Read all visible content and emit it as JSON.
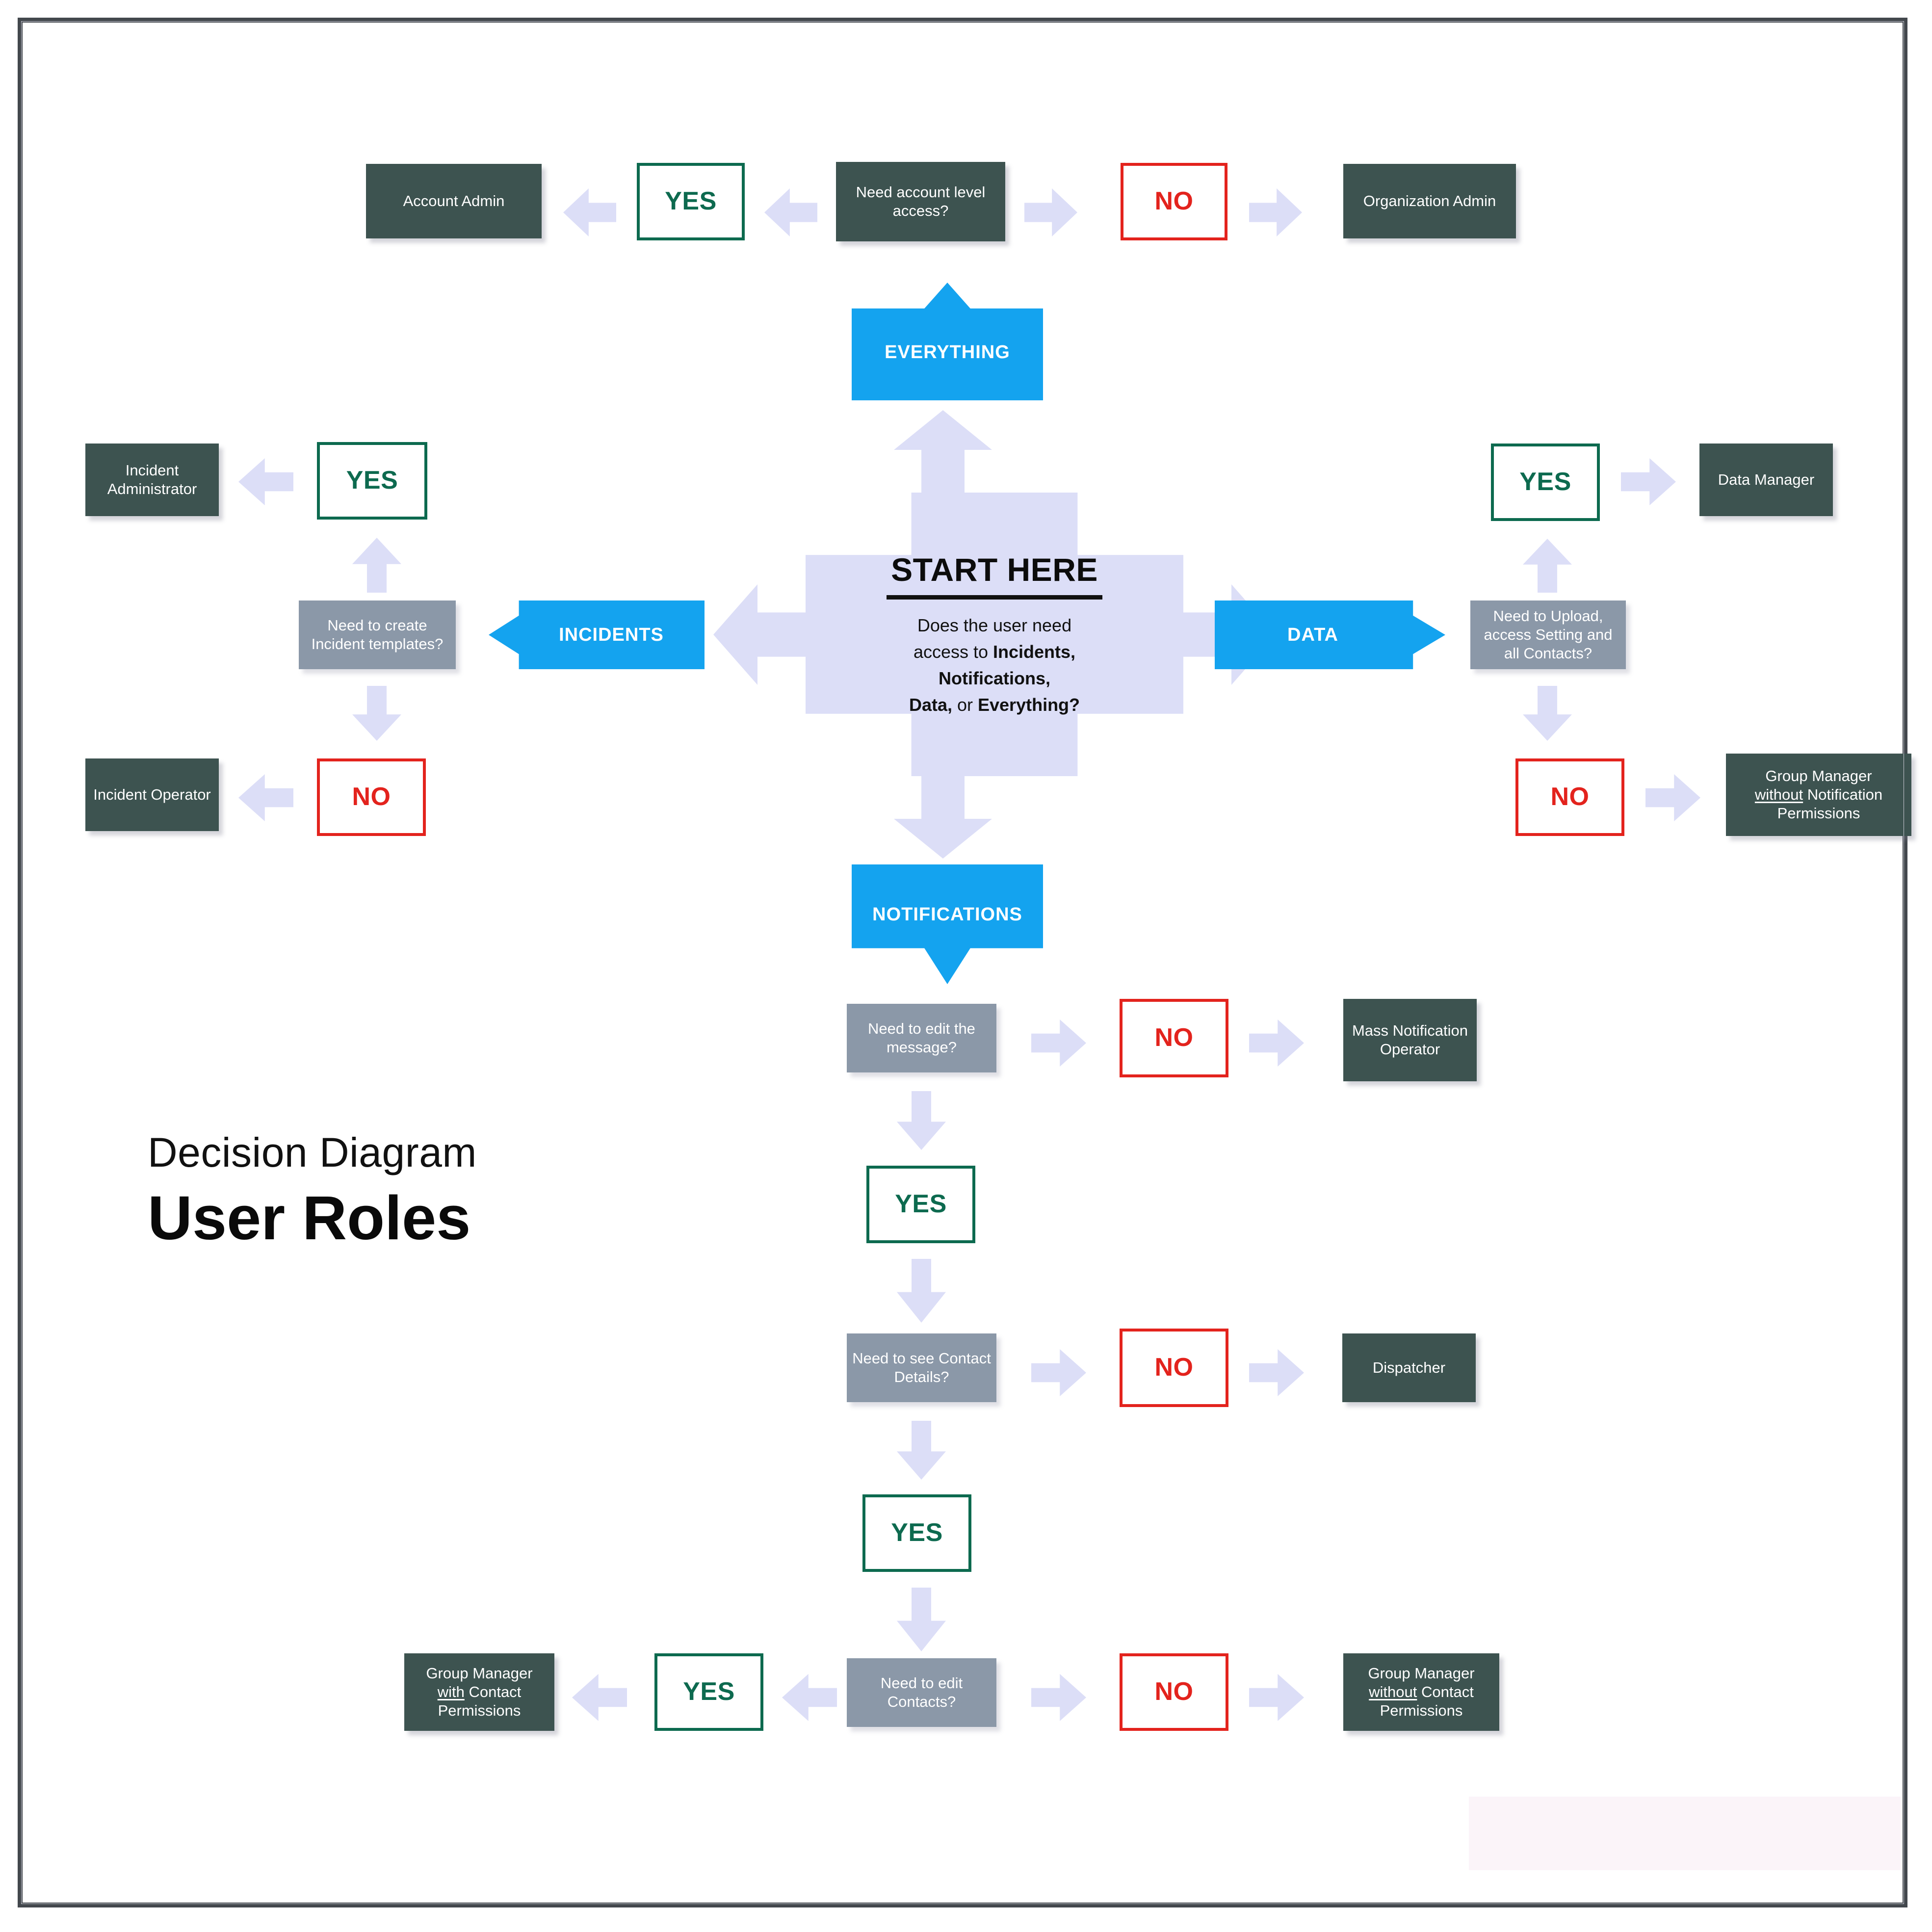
{
  "title_block": {
    "line1": "Decision Diagram",
    "line2": "User Roles"
  },
  "colors": {
    "dark_box": "#3d5350",
    "gray_box": "#8b98a8",
    "blue_banner": "#14a3ef",
    "lavender_arrow": "#dcdef7",
    "yes_green": "#0d6a4f",
    "no_red": "#e3231d",
    "frame": "#43484d"
  },
  "start": {
    "title": "START HERE",
    "question_line1": "Does the user need",
    "question_line2_plain": "access to ",
    "question_line2_bold": "Incidents,",
    "question_line3_bold": "Notifications,",
    "question_line4_bold_a": "Data,",
    "question_line4_plain": " or ",
    "question_line4_bold_b": "Everything?"
  },
  "branches": {
    "everything": "EVERYTHING",
    "incidents": "INCIDENTS",
    "data": "DATA",
    "notifications": "NOTIFICATIONS"
  },
  "tokens": {
    "yes": "YES",
    "no": "NO"
  },
  "nodes": {
    "account_level_q": "Need account level access?",
    "account_admin": "Account Admin",
    "organization_admin": "Organization Admin",
    "incident_templates_q": "Need to create Incident templates?",
    "incident_administrator": "Incident Administrator",
    "incident_operator": "Incident Operator",
    "upload_settings_q": "Need to Upload, access Setting and all Contacts?",
    "data_manager": "Data Manager",
    "group_manager_no_notif_a": "Group Manager",
    "group_manager_no_notif_b": "without",
    "group_manager_no_notif_c": " Notification",
    "group_manager_no_notif_d": "Permissions",
    "edit_message_q": "Need to edit the message?",
    "mass_notification_operator": "Mass Notification Operator",
    "contact_details_q": "Need to see Contact Details?",
    "dispatcher": "Dispatcher",
    "edit_contacts_q": "Need to edit Contacts?",
    "gm_with_contact_a": "Group Manager",
    "gm_with_contact_b": "with",
    "gm_with_contact_c": " Contact",
    "gm_with_contact_d": "Permissions",
    "gm_without_contact_a": "Group Manager",
    "gm_without_contact_b": "without",
    "gm_without_contact_c": " Contact",
    "gm_without_contact_d": "Permissions"
  },
  "flow": {
    "description": "Decision tree mapping user access needs to user roles",
    "edges": [
      {
        "from": "START HERE",
        "via": "EVERYTHING",
        "to": "Need account level access?"
      },
      {
        "from": "Need account level access?",
        "via": "YES",
        "to": "Account Admin"
      },
      {
        "from": "Need account level access?",
        "via": "NO",
        "to": "Organization Admin"
      },
      {
        "from": "START HERE",
        "via": "INCIDENTS",
        "to": "Need to create Incident templates?"
      },
      {
        "from": "Need to create Incident templates?",
        "via": "YES",
        "to": "Incident Administrator"
      },
      {
        "from": "Need to create Incident templates?",
        "via": "NO",
        "to": "Incident Operator"
      },
      {
        "from": "START HERE",
        "via": "DATA",
        "to": "Need to Upload, access Setting and all Contacts?"
      },
      {
        "from": "Need to Upload, access Setting and all Contacts?",
        "via": "YES",
        "to": "Data Manager"
      },
      {
        "from": "Need to Upload, access Setting and all Contacts?",
        "via": "NO",
        "to": "Group Manager without Notification Permissions"
      },
      {
        "from": "START HERE",
        "via": "NOTIFICATIONS",
        "to": "Need to edit the message?"
      },
      {
        "from": "Need to edit the message?",
        "via": "NO",
        "to": "Mass Notification Operator"
      },
      {
        "from": "Need to edit the message?",
        "via": "YES",
        "to": "Need to see Contact Details?"
      },
      {
        "from": "Need to see Contact Details?",
        "via": "NO",
        "to": "Dispatcher"
      },
      {
        "from": "Need to see Contact Details?",
        "via": "YES",
        "to": "Need to edit Contacts?"
      },
      {
        "from": "Need to edit Contacts?",
        "via": "YES",
        "to": "Group Manager with Contact Permissions"
      },
      {
        "from": "Need to edit Contacts?",
        "via": "NO",
        "to": "Group Manager without Contact Permissions"
      }
    ]
  }
}
